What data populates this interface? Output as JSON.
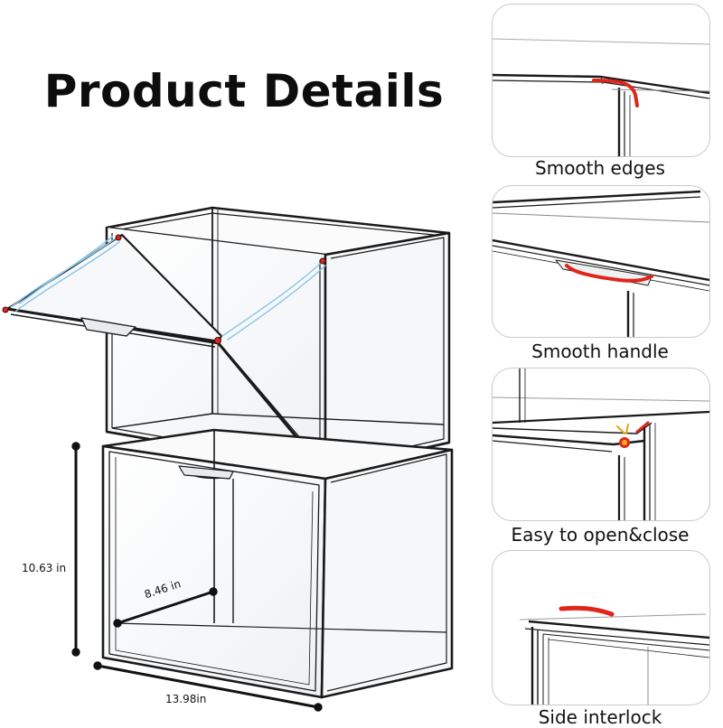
{
  "title": "Product Details",
  "dimensions": {
    "height": "10.63 in",
    "depth": "8.46 in",
    "width": "13.98in"
  },
  "features": [
    {
      "label": "Smooth edges"
    },
    {
      "label": "Smooth handle"
    },
    {
      "label": "Easy to open&close"
    },
    {
      "label": "Side interlock"
    }
  ],
  "colors": {
    "highlight": "#e0251b",
    "frame": "#1a1a1a",
    "glass": "#f3f5f7",
    "motion_lines": "#8cc6ea"
  }
}
